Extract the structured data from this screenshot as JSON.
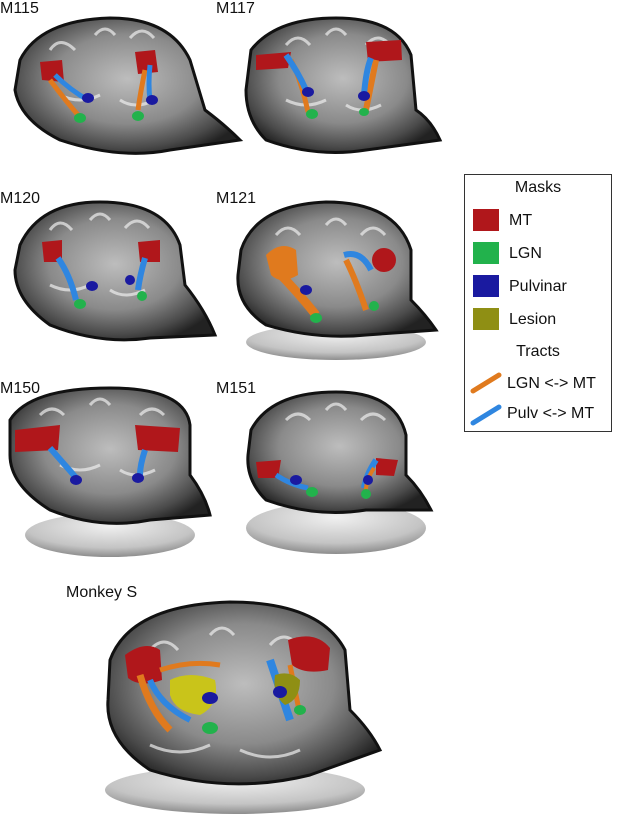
{
  "panels": [
    {
      "label": "M115"
    },
    {
      "label": "M117"
    },
    {
      "label": "M120"
    },
    {
      "label": "M121"
    },
    {
      "label": "M150"
    },
    {
      "label": "M151"
    },
    {
      "label": "Monkey S"
    }
  ],
  "legend": {
    "masks_title": "Masks",
    "masks": [
      {
        "label": "MT",
        "color": "#b0171b"
      },
      {
        "label": "LGN",
        "color": "#22b24c"
      },
      {
        "label": "Pulvinar",
        "color": "#1a1aa0"
      },
      {
        "label": "Lesion",
        "color": "#8f8f14"
      }
    ],
    "tracts_title": "Tracts",
    "tracts": [
      {
        "label": "LGN <-> MT",
        "color": "#e07a1e"
      },
      {
        "label": "Pulv <-> MT",
        "color": "#2f86e0"
      }
    ]
  },
  "colors": {
    "brain_dark": "#2e2e2e",
    "brain_light": "#d9d9d9",
    "cerebellum": "#c8c8c8"
  }
}
